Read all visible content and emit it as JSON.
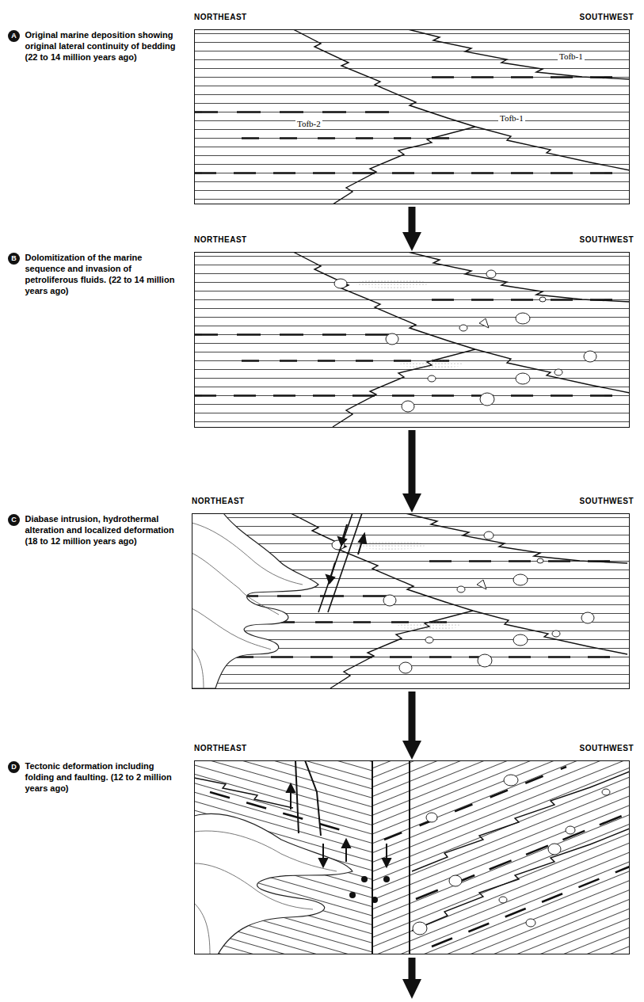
{
  "diagram": {
    "nodes": [
      {
        "text": [
          "Original marine deposition showing original lateral continuity of bedding (22 to 14 million years ago)",
          "Tofb-1",
          "Tofb-1",
          "Tofb-2"
        ]
      },
      {
        "text": [
          "Dolomitization of the marine sequence and invasion of petroliferous fluids. (22 to 14 million years ago)"
        ]
      },
      {
        "text": [
          "Diabase intrusion, hydrothermal alteration and localized deformation (18 to 12 million years ago)"
        ]
      },
      {
        "text": [
          "Tectonic deformation including folding and faulting. (12 to 2 million years ago)"
        ]
      }
    ],
    "edges": [
      {
        "from": 0,
        "to": 1,
        "arrow": "to"
      },
      {
        "from": 1,
        "to": 2,
        "arrow": "to"
      },
      {
        "from": 2,
        "to": 3,
        "arrow": "to"
      }
    ],
    "labels": [
      "A",
      "NORTHEAST",
      "SOUTHWEST",
      "B",
      "NORTHEAST",
      "SOUTHWEST",
      "C",
      "NORTHEAST",
      "SOUTHWEST",
      "D",
      "NORTHEAST",
      "SOUTHWEST"
    ]
  }
}
